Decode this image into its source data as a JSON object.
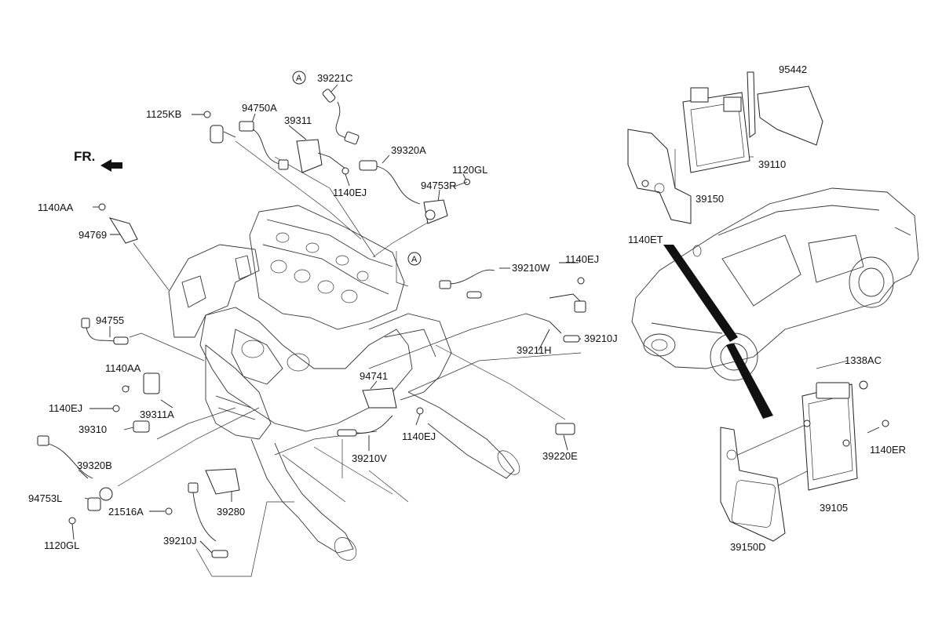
{
  "direction": {
    "text": "FR."
  },
  "callouts": {
    "a_top": "A",
    "a_engine": "A"
  },
  "parts": {
    "p39221C": "39221C",
    "p94750A": "94750A",
    "p39311": "39311",
    "p1125KB": "1125KB",
    "p39320A": "39320A",
    "p1120GL_top": "1120GL",
    "p94753R": "94753R",
    "p1140EJ_top": "1140EJ",
    "p1140AA_top": "1140AA",
    "p94769": "94769",
    "p39210W": "39210W",
    "p1140EJ_right": "1140EJ",
    "p39211H": "39211H",
    "p39210J_right": "39210J",
    "p94755": "94755",
    "p1140AA_mid": "1140AA",
    "p39311A": "39311A",
    "p1140EJ_left": "1140EJ",
    "p39310": "39310",
    "p94741": "94741",
    "p1140EJ_mid": "1140EJ",
    "p39220E": "39220E",
    "p39210V": "39210V",
    "p39320B": "39320B",
    "p94753L": "94753L",
    "p21516A": "21516A",
    "p39280": "39280",
    "p1120GL_bottom": "1120GL",
    "p39210J_bottom": "39210J",
    "p95442": "95442",
    "p39110": "39110",
    "p39150": "39150",
    "p1140ET": "1140ET",
    "p1338AC": "1338AC",
    "p1140ER": "1140ER",
    "p39105": "39105",
    "p39150D": "39150D"
  }
}
